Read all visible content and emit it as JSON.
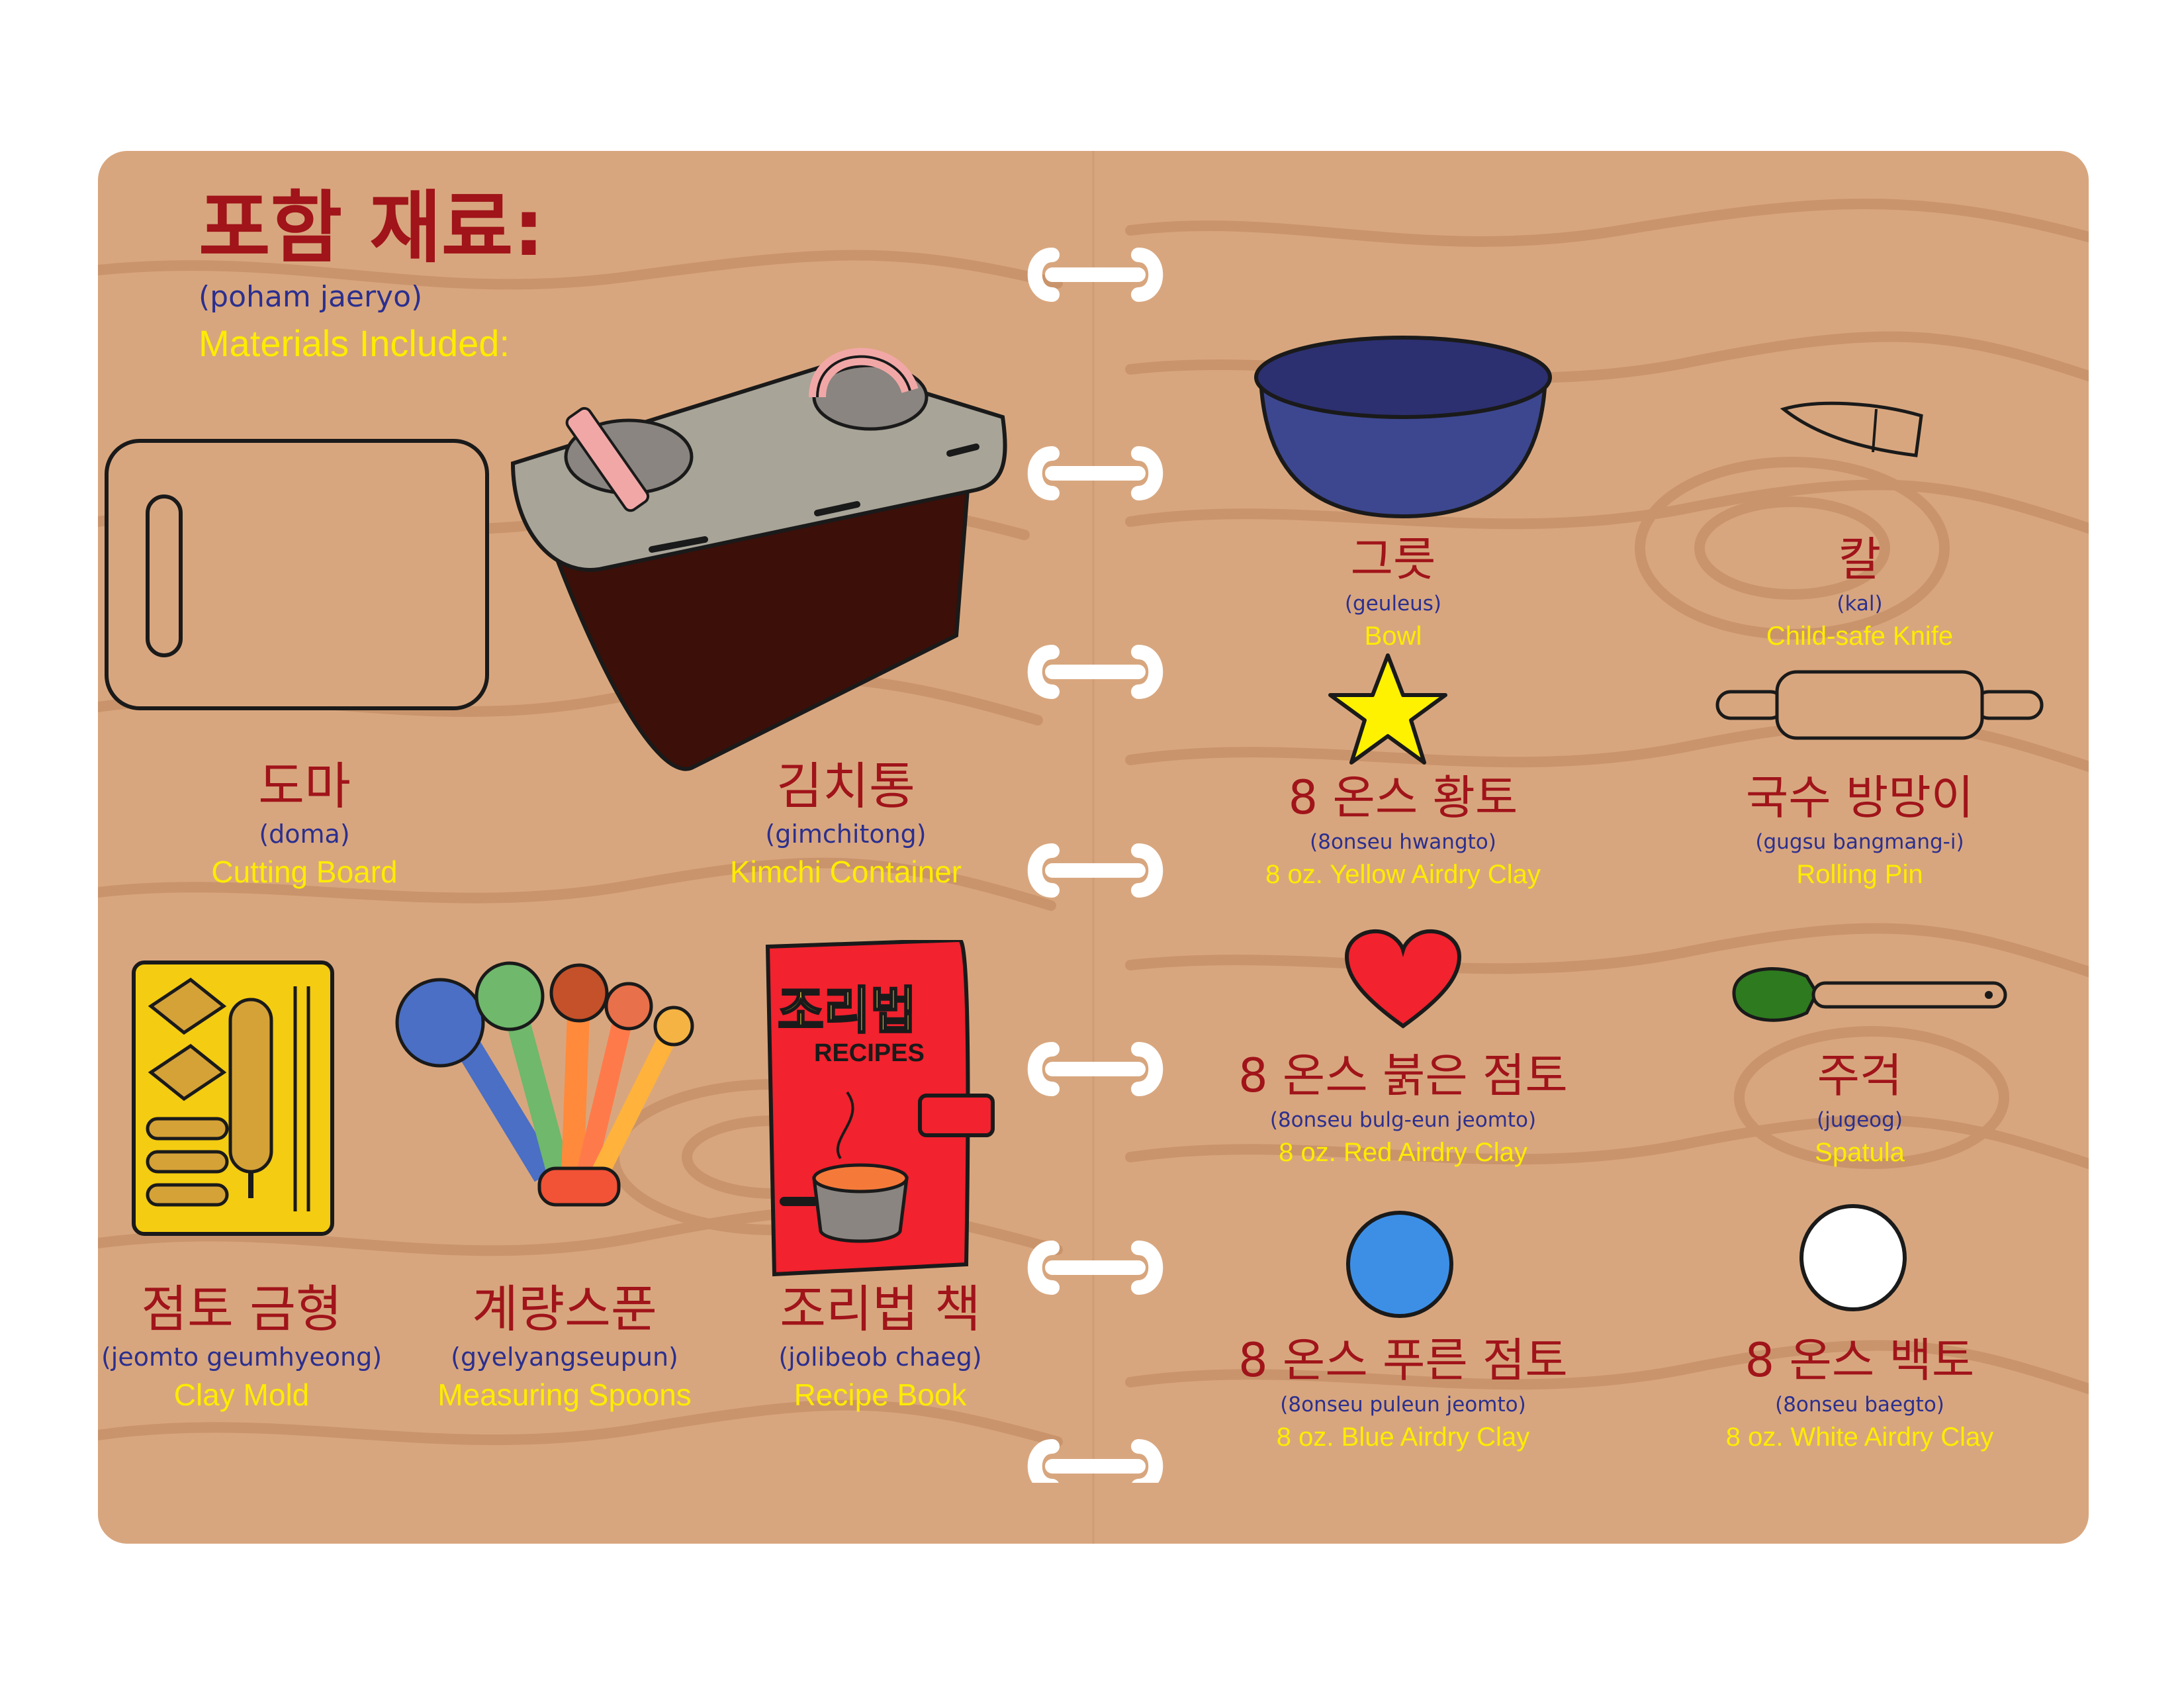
{
  "header": {
    "title_ko": "포함 재료:",
    "title_rom": "(poham jaeryo)",
    "title_en": "Materials Included:"
  },
  "colors": {
    "board": "#d8a67e",
    "grain": "#c48e67",
    "korean_text": "#a0141a",
    "romanization_text": "#2b2f8f",
    "english_text": "#ffec00",
    "rings": "#ffffff"
  },
  "left_items": [
    {
      "icon": "cutting-board-icon",
      "ko": "도마",
      "rom": "(doma)",
      "en": "Cutting Board"
    },
    {
      "icon": "kimchi-container-icon",
      "ko": "김치통",
      "rom": "(gimchitong)",
      "en": "Kimchi Container"
    },
    {
      "icon": "clay-mold-icon",
      "ko": "점토 금형",
      "rom": "(jeomto geumhyeong)",
      "en": "Clay Mold"
    },
    {
      "icon": "measuring-spoons-icon",
      "ko": "계량스푼",
      "rom": "(gyelyangseupun)",
      "en": "Measuring Spoons"
    },
    {
      "icon": "recipe-book-icon",
      "ko": "조리법 책",
      "rom": "(jolibeob chaeg)",
      "en": "Recipe Book"
    }
  ],
  "recipe_book_cover": {
    "title_ko": "조리법",
    "title_en": "RECIPES"
  },
  "right_items": [
    {
      "icon": "bowl-icon",
      "ko": "그릇",
      "rom": "(geuleus)",
      "en": "Bowl"
    },
    {
      "icon": "knife-icon",
      "ko": "칼",
      "rom": "(kal)",
      "en": "Child-safe Knife"
    },
    {
      "icon": "yellow-star-clay-icon",
      "ko": "8 온스 황토",
      "rom": "(8onseu hwangto)",
      "en": "8 oz. Yellow Airdry Clay"
    },
    {
      "icon": "rolling-pin-icon",
      "ko": "국수 방망이",
      "rom": "(gugsu bangmang-i)",
      "en": "Rolling Pin"
    },
    {
      "icon": "red-heart-clay-icon",
      "ko": "8 온스 붉은 점토",
      "rom": "(8onseu bulg-eun jeomto)",
      "en": "8 oz. Red Airdry Clay"
    },
    {
      "icon": "spatula-icon",
      "ko": "주걱",
      "rom": "(jugeog)",
      "en": "Spatula"
    },
    {
      "icon": "blue-circle-clay-icon",
      "ko": "8 온스 푸른 점토",
      "rom": "(8onseu puleun jeomto)",
      "en": "8 oz. Blue Airdry Clay"
    },
    {
      "icon": "white-circle-clay-icon",
      "ko": "8 온스 백토",
      "rom": "(8onseu baegto)",
      "en": "8 oz. White Airdry Clay"
    }
  ]
}
